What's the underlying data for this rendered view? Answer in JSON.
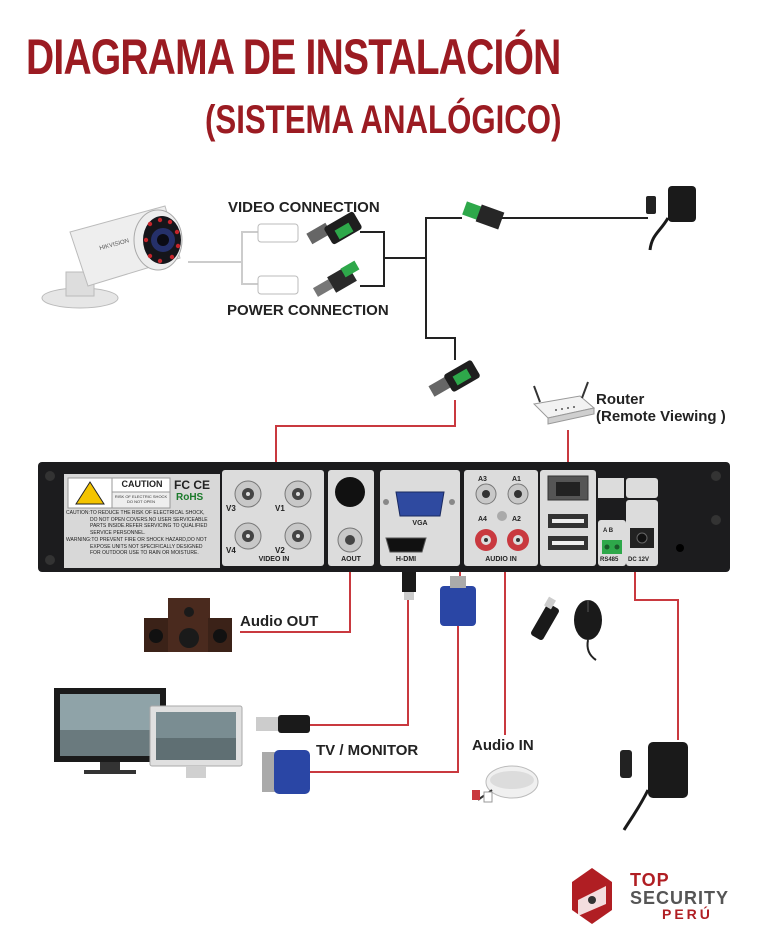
{
  "header": {
    "title": "DIAGRAMA DE INSTALACIÓN",
    "subtitle": "(SISTEMA ANALÓGICO)"
  },
  "labels": {
    "video_connection": "VIDEO CONNECTION",
    "power_connection": "POWER CONNECTION",
    "router_line1": "Router",
    "router_line2": "(Remote Viewing )",
    "audio_out": "Audio OUT",
    "tv_monitor": "TV / MONITOR",
    "audio_in": "Audio IN"
  },
  "dvr_panel": {
    "caution_title": "CAUTION",
    "caution_sub": "RISK OF ELECTRIC SHOCK\nDO NOT OPEN",
    "caution_text1": "CAUTION:TO REDUCE THE RISK OF ELECTRICAL SHOCK,",
    "caution_text2": "DO NOT OPEN COVERS.NO USER SERVICEABLE",
    "caution_text3": "PARTS INSIDE.REFER SERVICING TO QUALIFIED",
    "caution_text4": "SERVICE PERSONNEL.",
    "warning_text1": "WARNING:TO PREVENT FIRE OR SHOCK HAZARD,DO NOT",
    "warning_text2": "EXPOSE UNITS NOT SPECIFICALLY DESIGNED",
    "warning_text3": "FOR OUTDOOR USE TO RAIN OR MOISTURE.",
    "fc_ce": "FC CE",
    "rohs": "RoHS",
    "video_in": "VIDEO  IN",
    "v1": "V1",
    "v2": "V2",
    "v3": "V3",
    "v4": "V4",
    "aout": "AOUT",
    "vga": "VGA",
    "hdmi": "H-DMI",
    "audio_in_port": "AUDIO IN",
    "a1": "A1",
    "a2": "A2",
    "a3": "A3",
    "a4": "A4",
    "rs485": "RS485",
    "ab": "A  B",
    "dc12v": "DC 12V"
  },
  "logo": {
    "line1": "TOP",
    "line2": "SECURITY",
    "line3": "PERÚ"
  },
  "colors": {
    "title_red": "#9b1b22",
    "cable_red": "#c9393f",
    "panel_dark": "#1c1c1e",
    "panel_label": "#dcdcdc"
  }
}
